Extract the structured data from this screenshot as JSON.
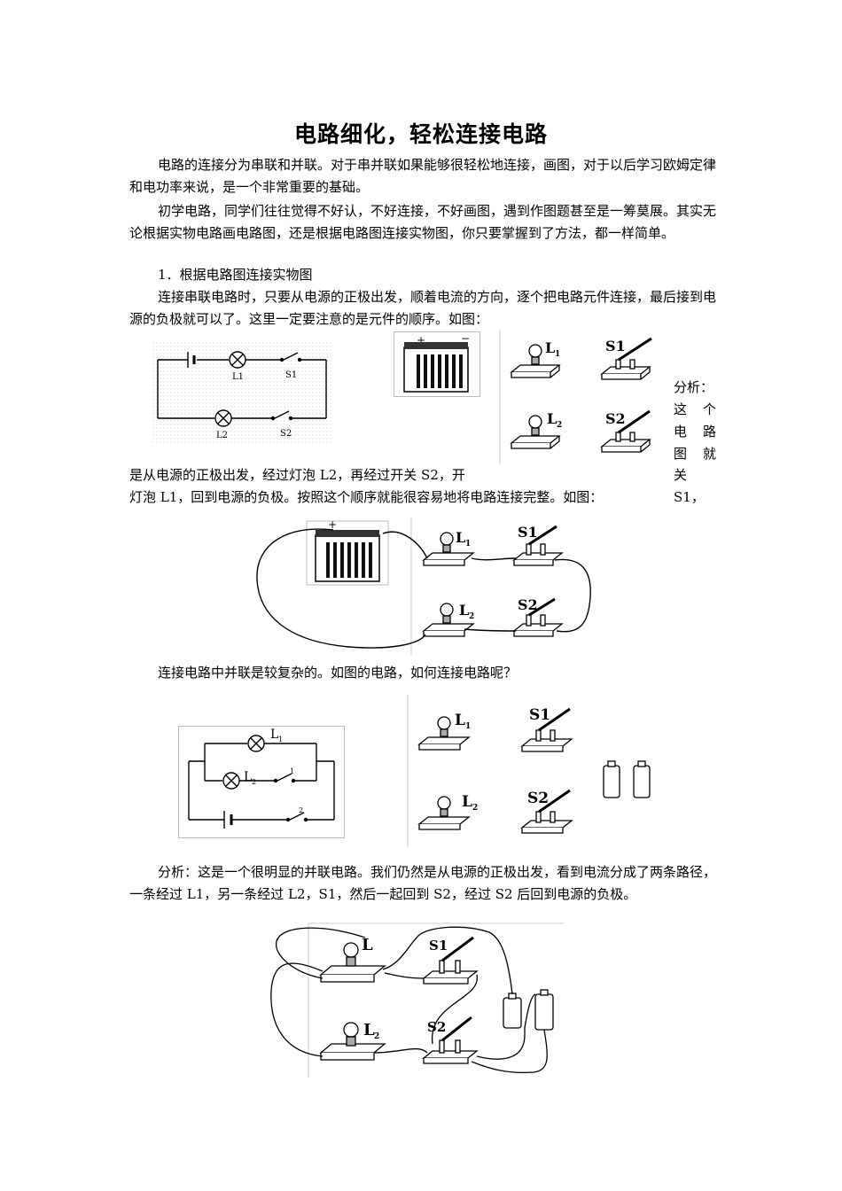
{
  "title": "电路细化，轻松连接电路",
  "para1": "电路的连接分为串联和并联。对于串并联如果能够很轻松地连接，画图，对于以后学习欧姆定律和电功率来说，是一个非常重要的基础。",
  "para2": "初学电路，同学们往往觉得不好认，不好连接，不好画图，遇到作图题甚至是一筹莫展。其实无论根据实物电路画电路图，还是根据电路图连接实物图，你只要掌握到了方法，都一样简单。",
  "heading1": "1．根据电路图连接实物图",
  "para3": "连接串联电路时，只要从电源的正极出发，顺着电流的方向，逐个把电路元件连接，最后接到电源的负极就可以了。这里一定要注意的是元件的顺序。如图：",
  "side_label": "分析：",
  "side_chars": [
    "这",
    "个",
    "电",
    "路",
    "图",
    "就"
  ],
  "side_tail": "关 S1，",
  "para4_line1": "是从电源的正极出发，经过灯泡 L2，再经过开关 S2，开",
  "para4_line2": "灯泡 L1，回到电源的负极。按照这个顺序就能很容易地将电路连接完整。如图：",
  "para5": "连接电路中并联是较复杂的。如图的电路，如何连接电路呢？",
  "para6": "分析：这是一个很明显的并联电路。我们仍然是从电源的正极出发，看到电流分成了两条路径，一条经过 L1，另一条经过 L2，S1，然后一起回到 S2，经过 S2 后回到电源的负极。",
  "labels": {
    "L1": "L1",
    "L2": "L2",
    "S1": "S1",
    "S2": "S2",
    "L": "L",
    "Lsub1": "1",
    "Lsub2": "2",
    "Ssub1": "1",
    "Ssub2": "2",
    "plus": "+",
    "minus": "−"
  }
}
